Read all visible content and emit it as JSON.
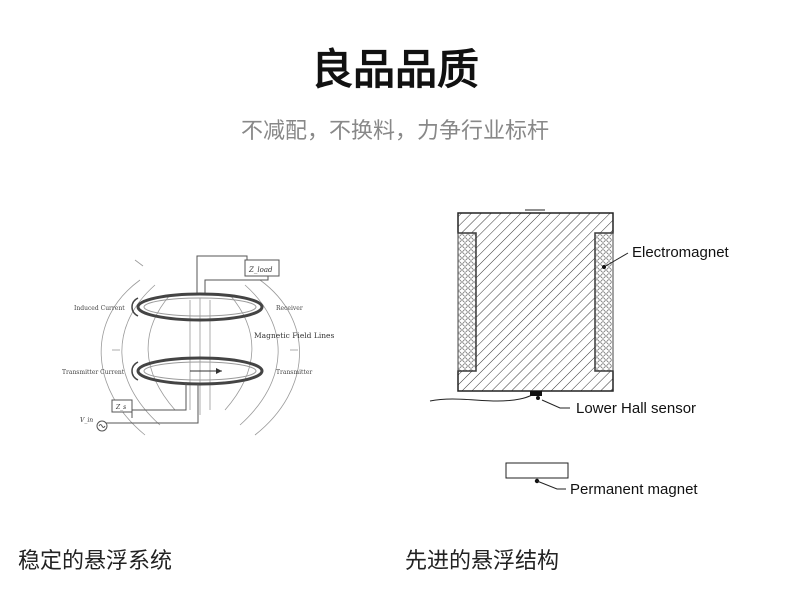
{
  "header": {
    "title": "良品品质",
    "subtitle": "不减配，不换料，力争行业标杆"
  },
  "left_diagram": {
    "labels": {
      "load": "Z_load",
      "receiver": "Receiver",
      "induced_current": "Induced Current",
      "magnetic_field_lines": "Magnetic Field Lines",
      "transmitter_current": "Transmitter Current",
      "transmitter": "Transmitter",
      "source_impedance": "Z_s",
      "voltage_source": "V_in"
    },
    "caption": "稳定的悬浮系统"
  },
  "right_diagram": {
    "labels": {
      "electromagnet": "Electromagnet",
      "lower_hall_sensor": "Lower Hall sensor",
      "permanent_magnet": "Permanent magnet"
    },
    "caption": "先进的悬浮结构"
  }
}
